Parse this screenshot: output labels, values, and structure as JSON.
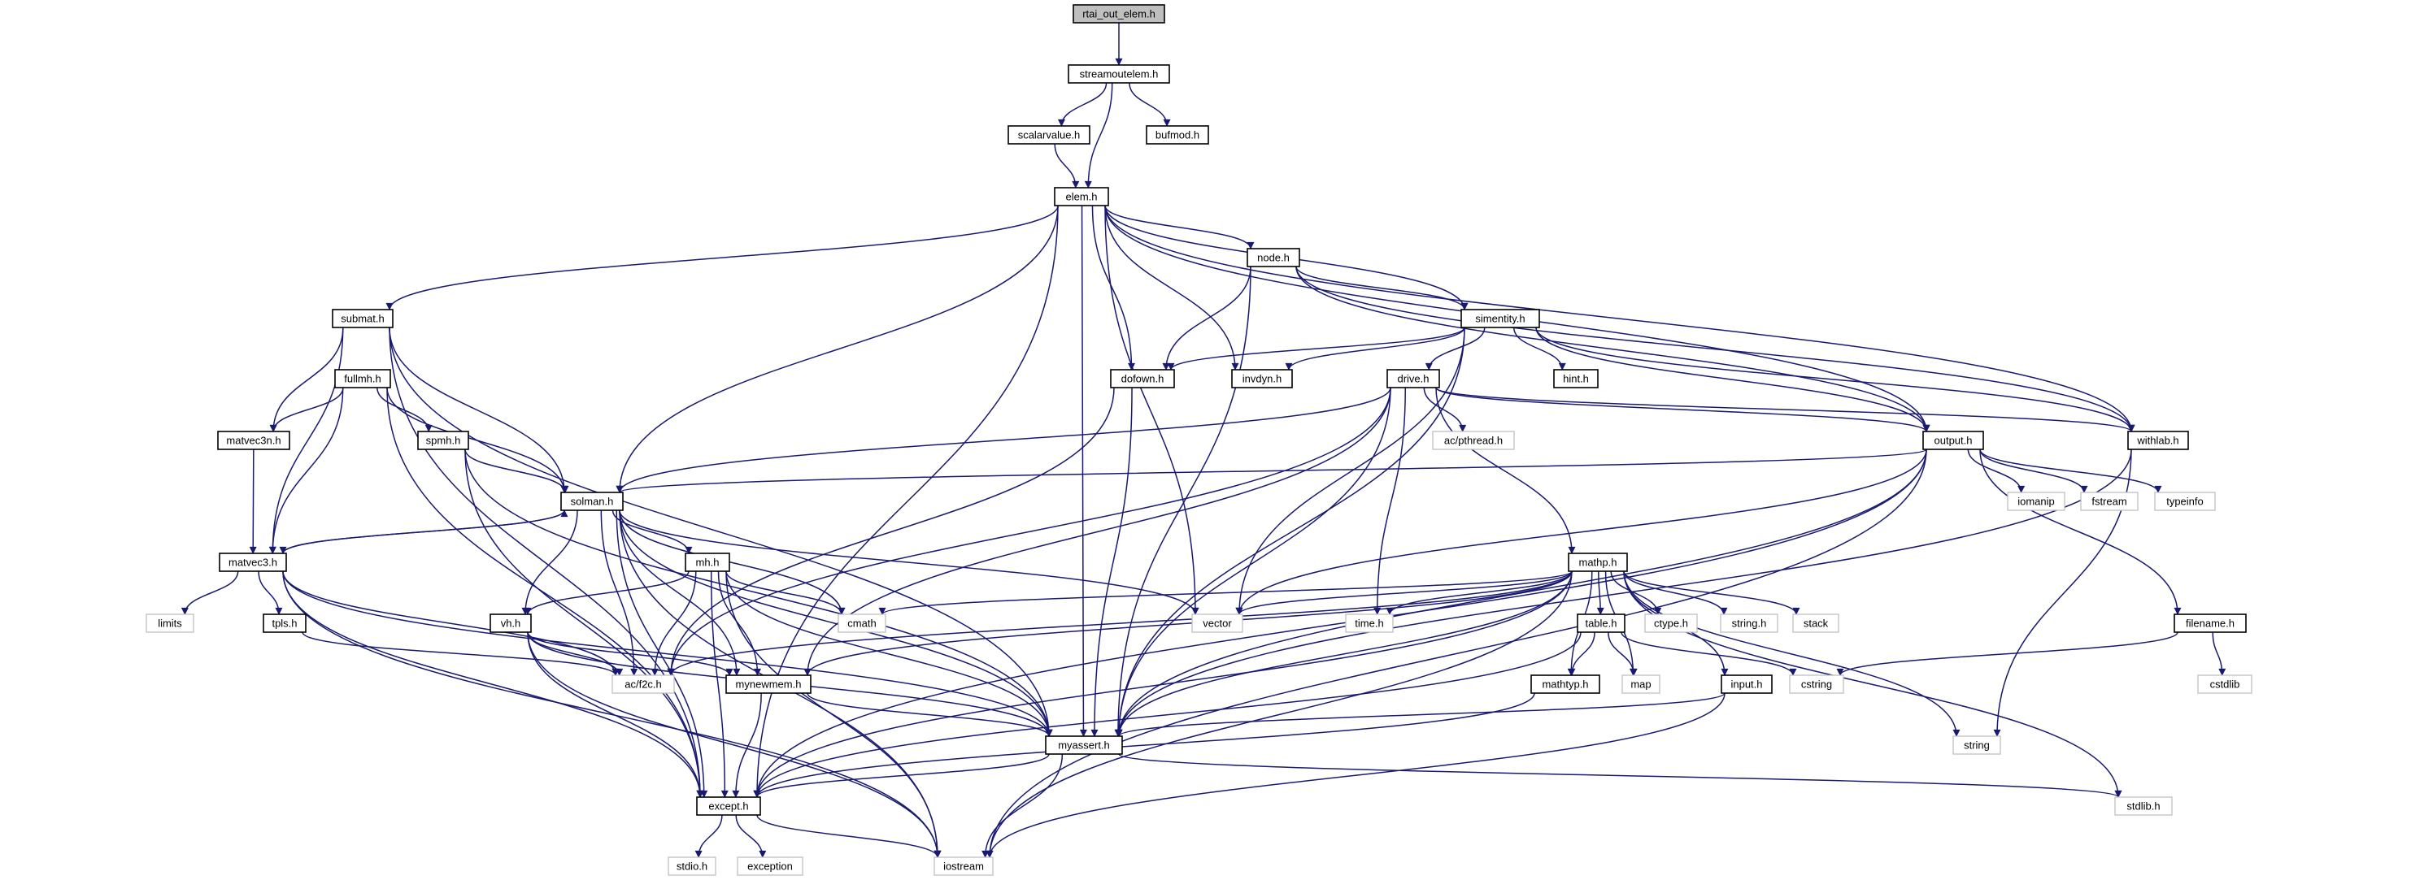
{
  "title": "",
  "colors": {
    "edge": "#191970",
    "local_border": "#000000",
    "system_border": "#bfbfbf",
    "root_fill": "#bfbfbf",
    "background": "#ffffff"
  },
  "nodes": [
    {
      "id": "rtai",
      "label": "rtai_out_elem.h",
      "kind": "root"
    },
    {
      "id": "streamoutelem",
      "label": "streamoutelem.h",
      "kind": "local"
    },
    {
      "id": "scalarvalue",
      "label": "scalarvalue.h",
      "kind": "local"
    },
    {
      "id": "bufmod",
      "label": "bufmod.h",
      "kind": "local"
    },
    {
      "id": "elem",
      "label": "elem.h",
      "kind": "local"
    },
    {
      "id": "node",
      "label": "node.h",
      "kind": "local"
    },
    {
      "id": "submat",
      "label": "submat.h",
      "kind": "local"
    },
    {
      "id": "simentity",
      "label": "simentity.h",
      "kind": "local"
    },
    {
      "id": "fullmh",
      "label": "fullmh.h",
      "kind": "local"
    },
    {
      "id": "dofown",
      "label": "dofown.h",
      "kind": "local"
    },
    {
      "id": "invdyn",
      "label": "invdyn.h",
      "kind": "local"
    },
    {
      "id": "hint",
      "label": "hint.h",
      "kind": "local"
    },
    {
      "id": "drive",
      "label": "drive.h",
      "kind": "local"
    },
    {
      "id": "matvec3n",
      "label": "matvec3n.h",
      "kind": "local"
    },
    {
      "id": "spmh",
      "label": "spmh.h",
      "kind": "local"
    },
    {
      "id": "acpthread",
      "label": "ac/pthread.h",
      "kind": "system"
    },
    {
      "id": "output",
      "label": "output.h",
      "kind": "local"
    },
    {
      "id": "withlab",
      "label": "withlab.h",
      "kind": "local"
    },
    {
      "id": "solman",
      "label": "solman.h",
      "kind": "local"
    },
    {
      "id": "iomanip",
      "label": "iomanip",
      "kind": "system"
    },
    {
      "id": "fstream",
      "label": "fstream",
      "kind": "system"
    },
    {
      "id": "typeinfo",
      "label": "typeinfo",
      "kind": "system"
    },
    {
      "id": "matvec3",
      "label": "matvec3.h",
      "kind": "local"
    },
    {
      "id": "mhh",
      "label": "mh.h",
      "kind": "local"
    },
    {
      "id": "mathp",
      "label": "mathp.h",
      "kind": "local"
    },
    {
      "id": "limits",
      "label": "limits",
      "kind": "system"
    },
    {
      "id": "tpls",
      "label": "tpls.h",
      "kind": "local"
    },
    {
      "id": "cmath",
      "label": "cmath",
      "kind": "system"
    },
    {
      "id": "vector",
      "label": "vector",
      "kind": "system"
    },
    {
      "id": "timeh",
      "label": "time.h",
      "kind": "system"
    },
    {
      "id": "table",
      "label": "table.h",
      "kind": "local"
    },
    {
      "id": "ctype",
      "label": "ctype.h",
      "kind": "system"
    },
    {
      "id": "stringh",
      "label": "string.h",
      "kind": "system"
    },
    {
      "id": "stack",
      "label": "stack",
      "kind": "system"
    },
    {
      "id": "filename",
      "label": "filename.h",
      "kind": "local"
    },
    {
      "id": "vhh",
      "label": "vh.h",
      "kind": "local"
    },
    {
      "id": "acf2c",
      "label": "ac/f2c.h",
      "kind": "system"
    },
    {
      "id": "mynewmem",
      "label": "mynewmem.h",
      "kind": "local"
    },
    {
      "id": "map",
      "label": "map",
      "kind": "system"
    },
    {
      "id": "mathtyp",
      "label": "mathtyp.h",
      "kind": "local"
    },
    {
      "id": "input",
      "label": "input.h",
      "kind": "local"
    },
    {
      "id": "cstring",
      "label": "cstring",
      "kind": "system"
    },
    {
      "id": "cstdlib",
      "label": "cstdlib",
      "kind": "system"
    },
    {
      "id": "myassert",
      "label": "myassert.h",
      "kind": "local"
    },
    {
      "id": "stringstd",
      "label": "string",
      "kind": "system"
    },
    {
      "id": "except",
      "label": "except.h",
      "kind": "local"
    },
    {
      "id": "stdlib",
      "label": "stdlib.h",
      "kind": "system"
    },
    {
      "id": "stdio",
      "label": "stdio.h",
      "kind": "system"
    },
    {
      "id": "exception",
      "label": "exception",
      "kind": "system"
    },
    {
      "id": "iostream",
      "label": "iostream",
      "kind": "system"
    }
  ],
  "edges": [
    [
      "rtai",
      "streamoutelem"
    ],
    [
      "streamoutelem",
      "scalarvalue"
    ],
    [
      "streamoutelem",
      "bufmod"
    ],
    [
      "streamoutelem",
      "elem"
    ],
    [
      "scalarvalue",
      "elem"
    ],
    [
      "elem",
      "except"
    ],
    [
      "elem",
      "submat"
    ],
    [
      "elem",
      "solman"
    ],
    [
      "elem",
      "myassert"
    ],
    [
      "elem",
      "vector"
    ],
    [
      "elem",
      "dofown"
    ],
    [
      "elem",
      "invdyn"
    ],
    [
      "elem",
      "node"
    ],
    [
      "elem",
      "simentity"
    ],
    [
      "elem",
      "output"
    ],
    [
      "elem",
      "withlab"
    ],
    [
      "node",
      "dofown"
    ],
    [
      "node",
      "myassert"
    ],
    [
      "node",
      "simentity"
    ],
    [
      "node",
      "output"
    ],
    [
      "node",
      "withlab"
    ],
    [
      "submat",
      "except"
    ],
    [
      "submat",
      "matvec3n"
    ],
    [
      "submat",
      "matvec3"
    ],
    [
      "submat",
      "solman"
    ],
    [
      "submat",
      "myassert"
    ],
    [
      "simentity",
      "dofown"
    ],
    [
      "simentity",
      "invdyn"
    ],
    [
      "simentity",
      "hint"
    ],
    [
      "simentity",
      "drive"
    ],
    [
      "simentity",
      "output"
    ],
    [
      "simentity",
      "withlab"
    ],
    [
      "simentity",
      "vector"
    ],
    [
      "simentity",
      "myassert"
    ],
    [
      "fullmh",
      "matvec3n"
    ],
    [
      "fullmh",
      "matvec3"
    ],
    [
      "fullmh",
      "spmh"
    ],
    [
      "fullmh",
      "solman"
    ],
    [
      "fullmh",
      "except"
    ],
    [
      "dofown",
      "myassert"
    ],
    [
      "dofown",
      "acf2c"
    ],
    [
      "drive",
      "solman"
    ],
    [
      "drive",
      "acpthread"
    ],
    [
      "drive",
      "mathp"
    ],
    [
      "drive",
      "output"
    ],
    [
      "drive",
      "withlab"
    ],
    [
      "drive",
      "timeh"
    ],
    [
      "drive",
      "acf2c"
    ],
    [
      "drive",
      "mynewmem"
    ],
    [
      "drive",
      "myassert"
    ],
    [
      "matvec3n",
      "matvec3"
    ],
    [
      "spmh",
      "solman"
    ],
    [
      "spmh",
      "myassert"
    ],
    [
      "spmh",
      "except"
    ],
    [
      "output",
      "solman"
    ],
    [
      "output",
      "iomanip"
    ],
    [
      "output",
      "fstream"
    ],
    [
      "output",
      "typeinfo"
    ],
    [
      "output",
      "filename"
    ],
    [
      "output",
      "vector"
    ],
    [
      "output",
      "myassert"
    ],
    [
      "output",
      "except"
    ],
    [
      "output",
      "iostream"
    ],
    [
      "withlab",
      "myassert"
    ],
    [
      "withlab",
      "stringstd"
    ],
    [
      "solman",
      "matvec3"
    ],
    [
      "solman",
      "mhh"
    ],
    [
      "solman",
      "vhh"
    ],
    [
      "solman",
      "acf2c"
    ],
    [
      "solman",
      "mynewmem"
    ],
    [
      "solman",
      "except"
    ],
    [
      "solman",
      "myassert"
    ],
    [
      "solman",
      "cmath"
    ],
    [
      "solman",
      "vector"
    ],
    [
      "solman",
      "iostream"
    ],
    [
      "matvec3",
      "solman"
    ],
    [
      "matvec3",
      "limits"
    ],
    [
      "matvec3",
      "tpls"
    ],
    [
      "matvec3",
      "acf2c"
    ],
    [
      "matvec3",
      "myassert"
    ],
    [
      "matvec3",
      "except"
    ],
    [
      "matvec3",
      "iostream"
    ],
    [
      "mhh",
      "vhh"
    ],
    [
      "mhh",
      "acf2c"
    ],
    [
      "mhh",
      "mynewmem"
    ],
    [
      "mhh",
      "except"
    ],
    [
      "mhh",
      "myassert"
    ],
    [
      "mhh",
      "cmath"
    ],
    [
      "mhh",
      "iostream"
    ],
    [
      "mathp",
      "cmath"
    ],
    [
      "mathp",
      "vector"
    ],
    [
      "mathp",
      "timeh"
    ],
    [
      "mathp",
      "table"
    ],
    [
      "mathp",
      "ctype"
    ],
    [
      "mathp",
      "stringh"
    ],
    [
      "mathp",
      "stack"
    ],
    [
      "mathp",
      "mathtyp"
    ],
    [
      "mathp",
      "input"
    ],
    [
      "mathp",
      "map"
    ],
    [
      "mathp",
      "stringstd"
    ],
    [
      "mathp",
      "acf2c"
    ],
    [
      "mathp",
      "mynewmem"
    ],
    [
      "mathp",
      "myassert"
    ],
    [
      "mathp",
      "except"
    ],
    [
      "mathp",
      "stdlib"
    ],
    [
      "mathp",
      "iostream"
    ],
    [
      "tpls",
      "acf2c"
    ],
    [
      "vhh",
      "acf2c"
    ],
    [
      "vhh",
      "mynewmem"
    ],
    [
      "vhh",
      "myassert"
    ],
    [
      "vhh",
      "except"
    ],
    [
      "vhh",
      "iostream"
    ],
    [
      "mynewmem",
      "myassert"
    ],
    [
      "mynewmem",
      "except"
    ],
    [
      "table",
      "mathtyp"
    ],
    [
      "table",
      "map"
    ],
    [
      "table",
      "cstring"
    ],
    [
      "table",
      "except"
    ],
    [
      "mathtyp",
      "except"
    ],
    [
      "input",
      "myassert"
    ],
    [
      "input",
      "iostream"
    ],
    [
      "filename",
      "cstring"
    ],
    [
      "filename",
      "cstdlib"
    ],
    [
      "myassert",
      "except"
    ],
    [
      "myassert",
      "iostream"
    ],
    [
      "myassert",
      "stdlib"
    ],
    [
      "except",
      "stdio"
    ],
    [
      "except",
      "exception"
    ],
    [
      "except",
      "iostream"
    ]
  ]
}
